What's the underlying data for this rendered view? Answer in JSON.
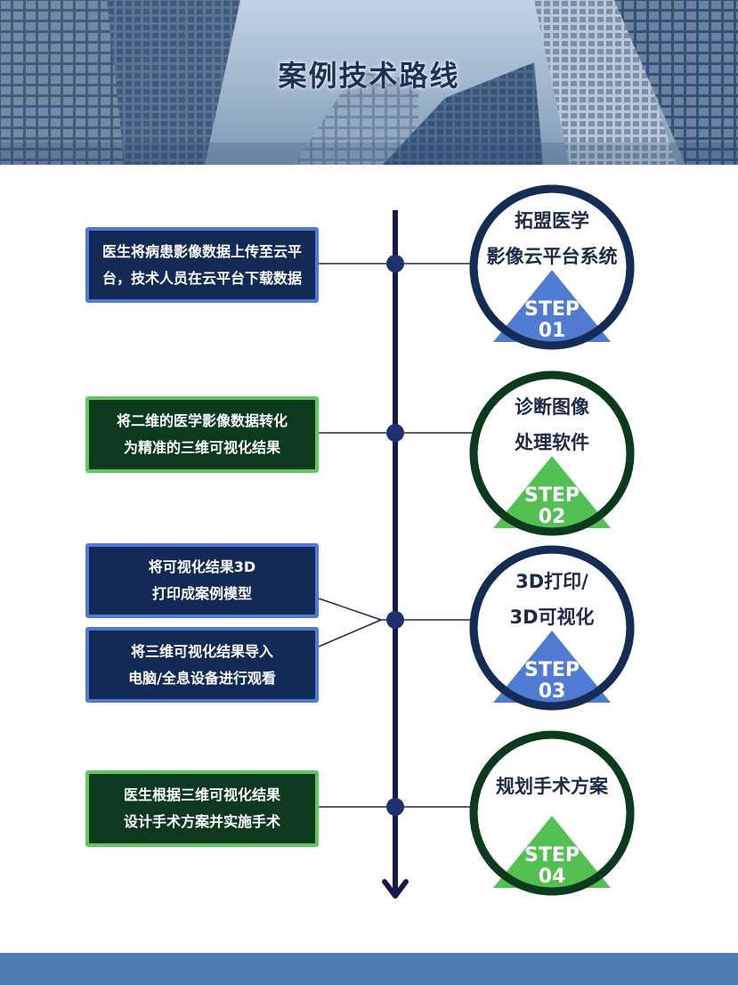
{
  "title": "案例技术路线",
  "colors": {
    "spine": "#161a4a",
    "box_blue_fill": "#122a55",
    "box_blue_border": "#4f7bd2",
    "box_green_fill": "#0d3a1e",
    "box_green_border": "#5ec95e",
    "ring_blue": "#152c55",
    "ring_green": "#0c3a1c",
    "step_blue": "#4f7bd2",
    "step_green": "#53c152",
    "footer": "#4d7cae"
  },
  "steps": [
    {
      "boxes": [
        {
          "lines": [
            "医生将病患影像数据上传至云平",
            "台，技术人员在云平台下载数据"
          ],
          "style": "blue"
        }
      ],
      "circle_lines": [
        "拓盟医学",
        "影像云平台系统"
      ],
      "step_label": "STEP",
      "step_number": "01",
      "theme": "blue"
    },
    {
      "boxes": [
        {
          "lines": [
            "将二维的医学影像数据转化",
            "为精准的三维可视化结果"
          ],
          "style": "green"
        }
      ],
      "circle_lines": [
        "诊断图像",
        "处理软件"
      ],
      "step_label": "STEP",
      "step_number": "02",
      "theme": "green"
    },
    {
      "boxes": [
        {
          "lines": [
            "将可视化结果3D",
            "打印成案例模型"
          ],
          "style": "blue"
        },
        {
          "lines": [
            "将三维可视化结果导入",
            "电脑/全息设备进行观看"
          ],
          "style": "blue"
        }
      ],
      "circle_lines": [
        "3D打印/",
        "3D可视化"
      ],
      "step_label": "STEP",
      "step_number": "03",
      "theme": "blue"
    },
    {
      "boxes": [
        {
          "lines": [
            "医生根据三维可视化结果",
            "设计手术方案并实施手术"
          ],
          "style": "green"
        }
      ],
      "circle_lines": [
        "规划手术方案"
      ],
      "step_label": "STEP",
      "step_number": "04",
      "theme": "green"
    }
  ]
}
